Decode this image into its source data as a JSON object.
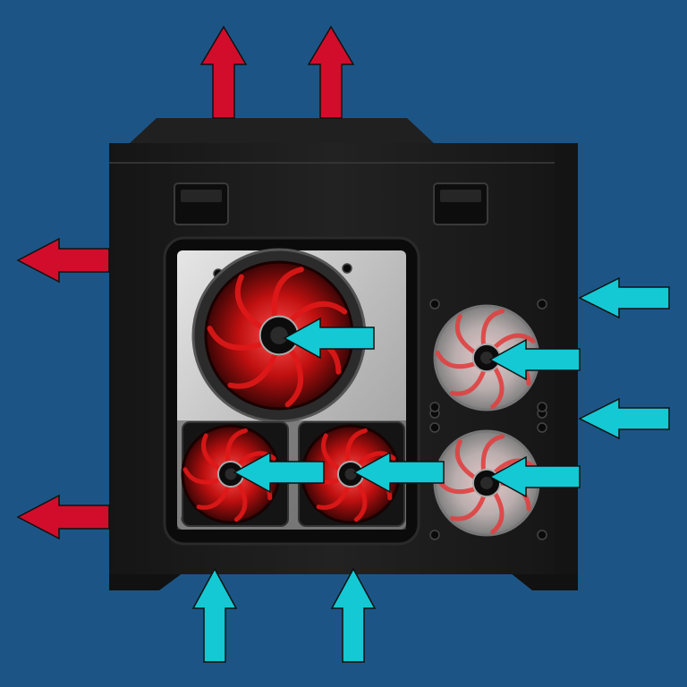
{
  "diagram": {
    "type": "pc-case-airflow",
    "colors": {
      "background": "#1c5585",
      "case_body": "#1b1b1b",
      "case_edge": "#2a2a2a",
      "window_panel": "#cfcfcf",
      "fan_glow": "#e01818",
      "exhaust_arrow": "#d10d2b",
      "intake_arrow": "#14c9d4",
      "arrow_outline": "#111111"
    },
    "fans": [
      {
        "id": "fan-large-top",
        "size": "large"
      },
      {
        "id": "fan-bottom-left",
        "size": "medium"
      },
      {
        "id": "fan-bottom-middle",
        "size": "medium"
      },
      {
        "id": "fan-drivebay-upper",
        "size": "medium",
        "transparent": true
      },
      {
        "id": "fan-drivebay-lower",
        "size": "medium",
        "transparent": true
      }
    ],
    "exhaust_arrows": [
      {
        "id": "exhaust-top-left",
        "direction": "up"
      },
      {
        "id": "exhaust-top-right",
        "direction": "up"
      },
      {
        "id": "exhaust-rear-upper",
        "direction": "left"
      },
      {
        "id": "exhaust-rear-lower",
        "direction": "left"
      }
    ],
    "intake_arrows": [
      {
        "id": "intake-front-upper",
        "direction": "left"
      },
      {
        "id": "intake-front-lower",
        "direction": "left"
      },
      {
        "id": "intake-bottom-left",
        "direction": "up"
      },
      {
        "id": "intake-bottom-right",
        "direction": "up"
      }
    ],
    "internal_arrows": [
      {
        "id": "flow-large-fan",
        "direction": "left"
      },
      {
        "id": "flow-bottom-left-fan",
        "direction": "left"
      },
      {
        "id": "flow-bottom-middle-fan",
        "direction": "left"
      },
      {
        "id": "flow-drivebay-upper-fan",
        "direction": "left"
      },
      {
        "id": "flow-drivebay-lower-fan",
        "direction": "left"
      }
    ]
  }
}
